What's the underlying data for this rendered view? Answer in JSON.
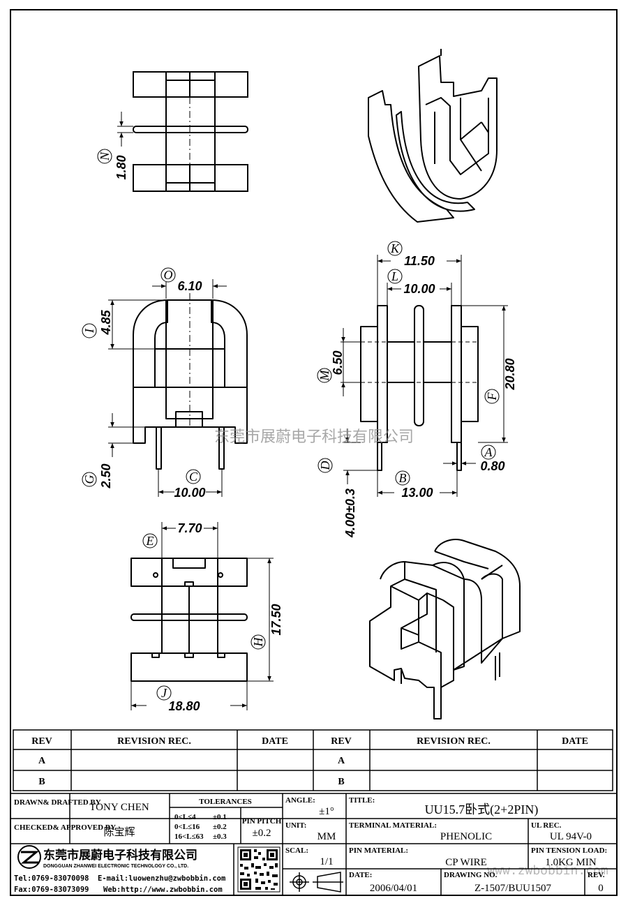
{
  "drawing": {
    "dims": {
      "n_dim": "1.80",
      "o_dim": "6.10",
      "i_dim": "4.85",
      "g_dim": "2.50",
      "c_dim": "10.00",
      "k_dim": "11.50",
      "l_dim": "10.00",
      "m_dim": "6.50",
      "f_dim": "20.80",
      "a_dim": "0.80",
      "b_dim": "13.00",
      "d_dim": "4.00±0.3",
      "e_dim": "7.70",
      "h_dim": "17.50",
      "j_dim": "18.80"
    },
    "labels": {
      "n": "N",
      "o": "O",
      "i": "I",
      "g": "G",
      "c": "C",
      "k": "K",
      "l": "L",
      "m": "M",
      "f": "F",
      "a": "A",
      "b": "B",
      "d": "D",
      "e": "E",
      "h": "H",
      "j": "J"
    },
    "watermark": "东莞市展蔚电子科技有限公司",
    "watermark_url": "www.zwbobbin.com"
  },
  "revision_table": {
    "headers": [
      "REV",
      "REVISION REC.",
      "DATE",
      "REV",
      "REVISION REC.",
      "DATE"
    ],
    "rows": [
      "A",
      "B"
    ]
  },
  "title_block": {
    "drawn_label": "DRAWN& DRAFTED BY",
    "drawn_value": "TONY CHEN",
    "checked_label": "CHECKED& APPROVED BY",
    "checked_value": "陈宝辉",
    "tolerances_label": "TOLERANCES",
    "tol_rows": [
      {
        "range": "0<L≤4",
        "value": "±0.1"
      },
      {
        "range": "0<L≤16",
        "value": "±0.2"
      },
      {
        "range": "16<L≤63",
        "value": "±0.3"
      }
    ],
    "pin_pitch_label": "PIN PITCH",
    "pin_pitch_value": "±0.2",
    "angle_label": "ANGLE:",
    "angle_value": "±1°",
    "unit_label": "UNIT:",
    "unit_value": "MM",
    "scale_label": "SCAL:",
    "scale_value": "1/1",
    "title_label": "TITLE:",
    "title_value": "UU15.7卧式(2+2PIN)",
    "terminal_label": "TERMINAL MATERIAL:",
    "terminal_value": "PHENOLIC",
    "ul_label": "UL REC.",
    "ul_value": "UL 94V-0",
    "pin_material_label": "PIN MATERIAL:",
    "pin_material_value": "CP WIRE",
    "tension_label": "PIN TENSION LOAD:",
    "tension_value": "1.0KG MIN",
    "date_label": "DATE:",
    "date_value": "2006/04/01",
    "drawing_no_label": "DRAWING NO.",
    "drawing_no_value": "Z-1507/BUU1507",
    "rev_label": "REV.",
    "rev_value": "0",
    "company_cn": "东莞市展蔚电子科技有限公司",
    "company_en": "DONGGUAN ZHANWEI ELECTRONIC TECHNOLOGY CO., LTD.",
    "tel": "Tel:0769-83070098",
    "email": "E-mail:luowenzhu@zwbobbin.com",
    "fax": "Fax:0769-83073099",
    "web": "Web:http://www.zwbobbin.com"
  }
}
